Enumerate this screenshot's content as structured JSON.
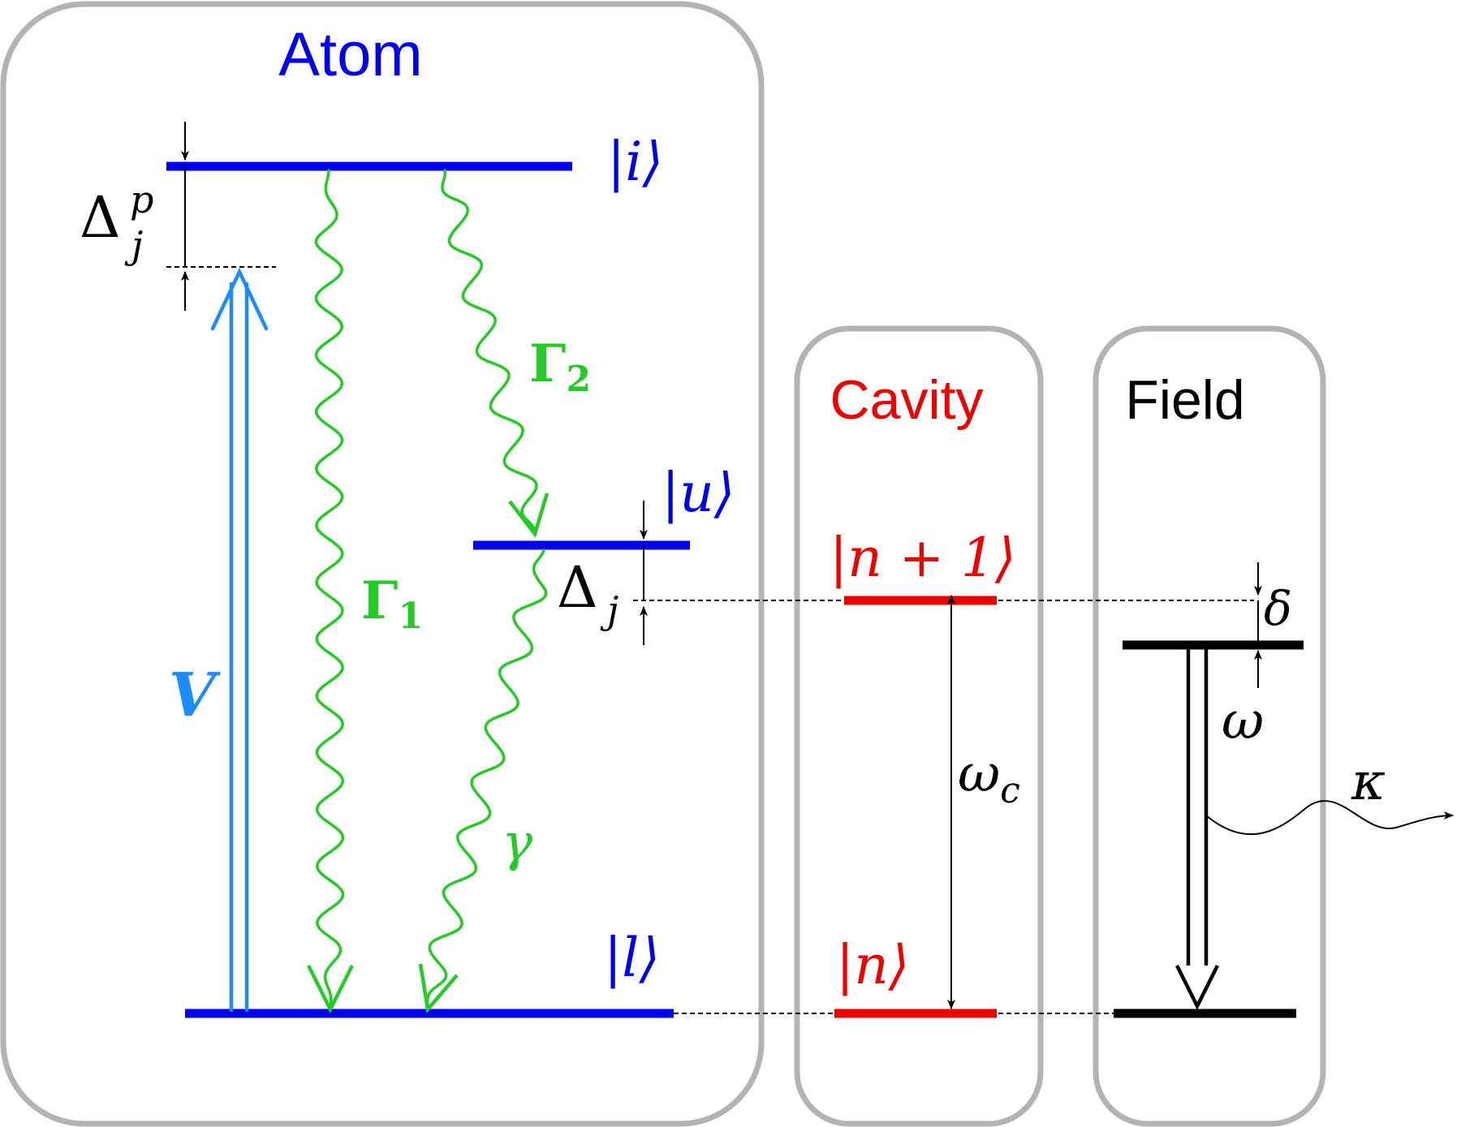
{
  "boxes": {
    "atom": "Atom",
    "cavity": "Cavity",
    "field": "Field"
  },
  "levels": {
    "i": "|i⟩",
    "u": "|u⟩",
    "l": "|l⟩",
    "n_plus_1": "|n + 1⟩",
    "n": "|n⟩"
  },
  "symbols": {
    "delta_base": "Δ",
    "delta_p_sup": "p",
    "delta_p_sub": "j",
    "delta_j_sub": "j",
    "gamma_greek": "Γ",
    "gamma1_sub": "1",
    "gamma2_sub": "2",
    "small_gamma": "γ",
    "V": "V",
    "omega_c_base": "ω",
    "omega_c_sub": "c",
    "omega": "ω",
    "delta_small": "δ",
    "kappa": "κ"
  },
  "colors": {
    "atom": "#0000ee",
    "cavity": "#ee0000",
    "field": "#000000",
    "decay": "#22cc22",
    "pump": "#1a8cff",
    "frame": "#b3b3b3"
  }
}
